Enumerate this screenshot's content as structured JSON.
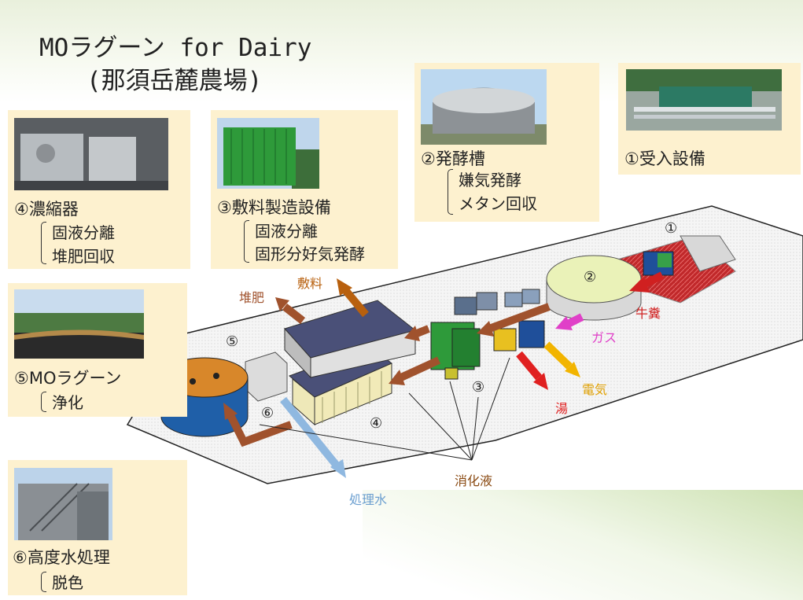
{
  "title": {
    "line1": "MOラグーン for Dairy",
    "line2": "(那須岳麓農場)"
  },
  "cards": {
    "receiving": {
      "label": "①受入設備"
    },
    "fermentation": {
      "label": "②発酵槽",
      "items": [
        "嫌気発酵",
        "メタン回収"
      ]
    },
    "bedding": {
      "label": "③敷料製造設備",
      "items": [
        "固液分離",
        "固形分好気発酵"
      ]
    },
    "concentrator": {
      "label": "④濃縮器",
      "items": [
        "固液分離",
        "堆肥回収"
      ]
    },
    "lagoon": {
      "label": "⑤MOラグーン",
      "items": [
        "浄化"
      ]
    },
    "advanced_water": {
      "label": "⑥高度水処理",
      "items": [
        "脱色"
      ]
    }
  },
  "markers": {
    "m1": "①",
    "m2": "②",
    "m3": "③",
    "m4": "④",
    "m5": "⑤",
    "m6": "⑥"
  },
  "flows": {
    "manure": "牛糞",
    "gas": "ガス",
    "electricity": "電気",
    "hot_water": "湯",
    "bedding": "敷料",
    "compost": "堆肥",
    "digestate": "消化液",
    "treated_water": "処理水"
  },
  "colors": {
    "card_bg": "#fdf1cf",
    "flow_brown": "#a0522d",
    "gas_pink": "#e040c8",
    "electricity_yellow": "#f2b400",
    "hot_water_red": "#e02020",
    "treated_water_blue": "#8fb8e0",
    "manure_red": "#d02020",
    "digestate_text": "#8a4a12"
  }
}
